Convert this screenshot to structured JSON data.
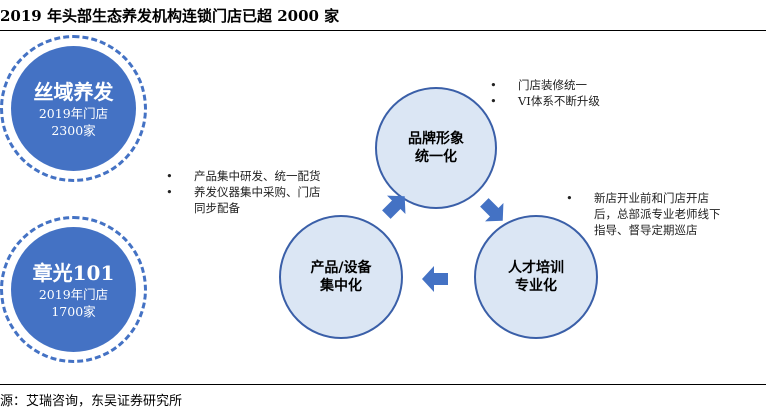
{
  "title": "2019 年头部生态养发机构连锁门店已超 2000 家",
  "brands": [
    {
      "name": "丝域养发",
      "line1": "2019年门店",
      "line2": "2300家"
    },
    {
      "name": "章光101",
      "line1": "2019年门店",
      "line2": "1700家"
    }
  ],
  "cycle": {
    "brand_image": {
      "l1": "品牌形象",
      "l2": "统一化"
    },
    "training": {
      "l1": "人才培训",
      "l2": "专业化"
    },
    "product": {
      "l1": "产品/设备",
      "l2": "集中化"
    }
  },
  "notes": {
    "brand_image": [
      "门店装修统一",
      "VI体系不断升级"
    ],
    "training": [
      "新店开业前和门店开店后，总部派专业老师线下指导、督导定期巡店"
    ],
    "product": [
      "产品集中研发、统一配货",
      "养发仪器集中采购、门店同步配备"
    ]
  },
  "colors": {
    "brand_fill": "#4472c4",
    "cycle_fill": "#dbe6f4",
    "arrow": "#4472c4"
  },
  "source": "源：艾瑞咨询，东吴证券研究所"
}
